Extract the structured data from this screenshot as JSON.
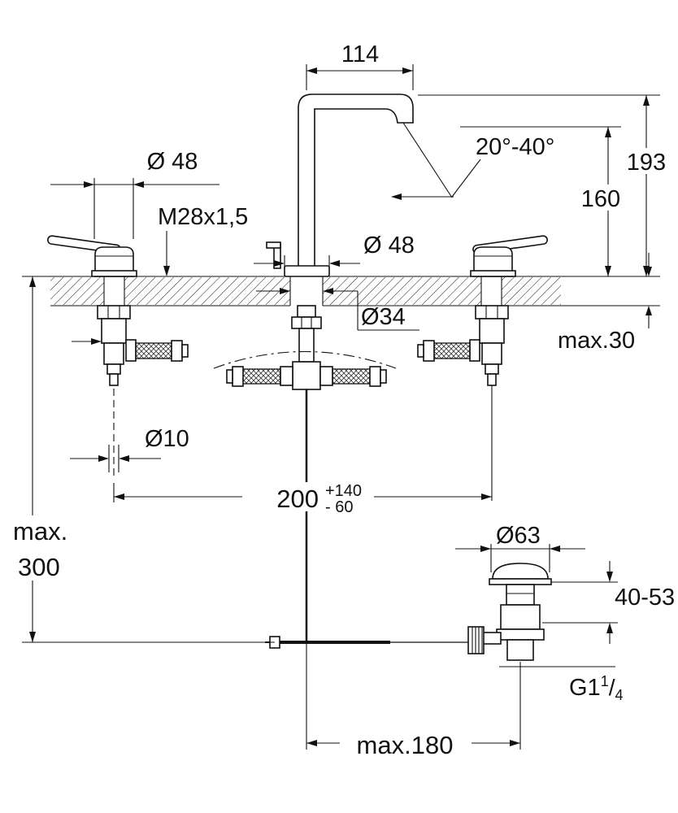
{
  "drawing": {
    "labels": {
      "spout_reach": "114",
      "spout_angle": "20°-40°",
      "height_to_spout_top": "193",
      "height_to_outlet": "160",
      "left_handle_diameter": "Ø 48",
      "thread_spec": "M28x1,5",
      "spout_base_diameter": "Ø 48",
      "hole_diameter": "Ø34",
      "max_counter_thickness": "max.30",
      "rod_diameter": "Ø10",
      "hole_spacing": "200",
      "hole_spacing_plus_tol": "+140",
      "hole_spacing_minus_tol": "- 60",
      "max_depth_word": "max.",
      "max_depth_value": "300",
      "waste_flange_diameter": "Ø63",
      "waste_clamp_range": "40-53",
      "waste_thread_main": "G1",
      "waste_thread_sup": "1",
      "waste_thread_slash": "/",
      "waste_thread_sub": "4",
      "max_waste_offset": "max.180"
    }
  }
}
